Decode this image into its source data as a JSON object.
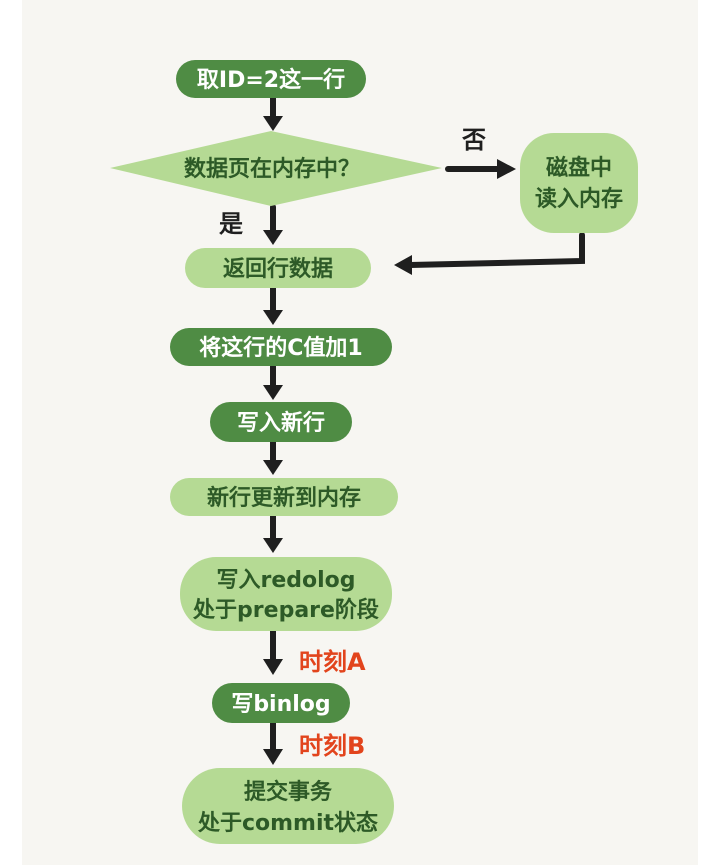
{
  "colors": {
    "dark_green": "#4f8c44",
    "light_green": "#b5da94",
    "dark_text": "#ffffff",
    "light_text": "#2d5a27",
    "arrow": "#1f1f1f",
    "time_label": "#e2441c"
  },
  "nodes": {
    "fetch_row": "取ID=2这一行",
    "in_memory_question": "数据页在内存中？",
    "disk_read_line1": "磁盘中",
    "disk_read_line2": "读入内存",
    "return_row": "返回行数据",
    "add_one": "将这行的C值加1",
    "write_new_row": "写入新行",
    "update_memory": "新行更新到内存",
    "redolog_line1": "写入redolog",
    "redolog_line2": "处于prepare阶段",
    "write_binlog": "写binlog",
    "commit_line1": "提交事务",
    "commit_line2": "处于commit状态"
  },
  "labels": {
    "no": "否",
    "yes": "是",
    "time_a": "时刻A",
    "time_b": "时刻B"
  }
}
